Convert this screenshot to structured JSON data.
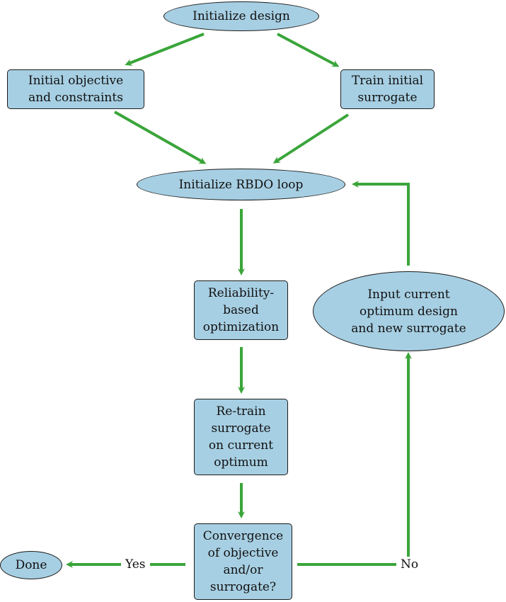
{
  "colors": {
    "node_fill": "#a7cfe3",
    "node_border": "#1c1c1c",
    "arrow": "#3aa53a"
  },
  "nodes": {
    "initialize_design": "Initialize design",
    "initial_objective": "Initial objective\nand constraints",
    "train_initial_surrogate": "Train initial\nsurrogate",
    "initialize_rbdo_loop": "Initialize RBDO loop",
    "reliability_optimization": "Reliability-\nbased\noptimization",
    "retrain_surrogate": "Re-train\nsurrogate\non current\noptimum",
    "convergence_check": "Convergence\nof objective\nand/or\nsurrogate?",
    "input_current_optimum": "Input current\noptimum design\nand new surrogate",
    "done": "Done"
  },
  "edge_labels": {
    "yes": "Yes",
    "no": "No"
  }
}
